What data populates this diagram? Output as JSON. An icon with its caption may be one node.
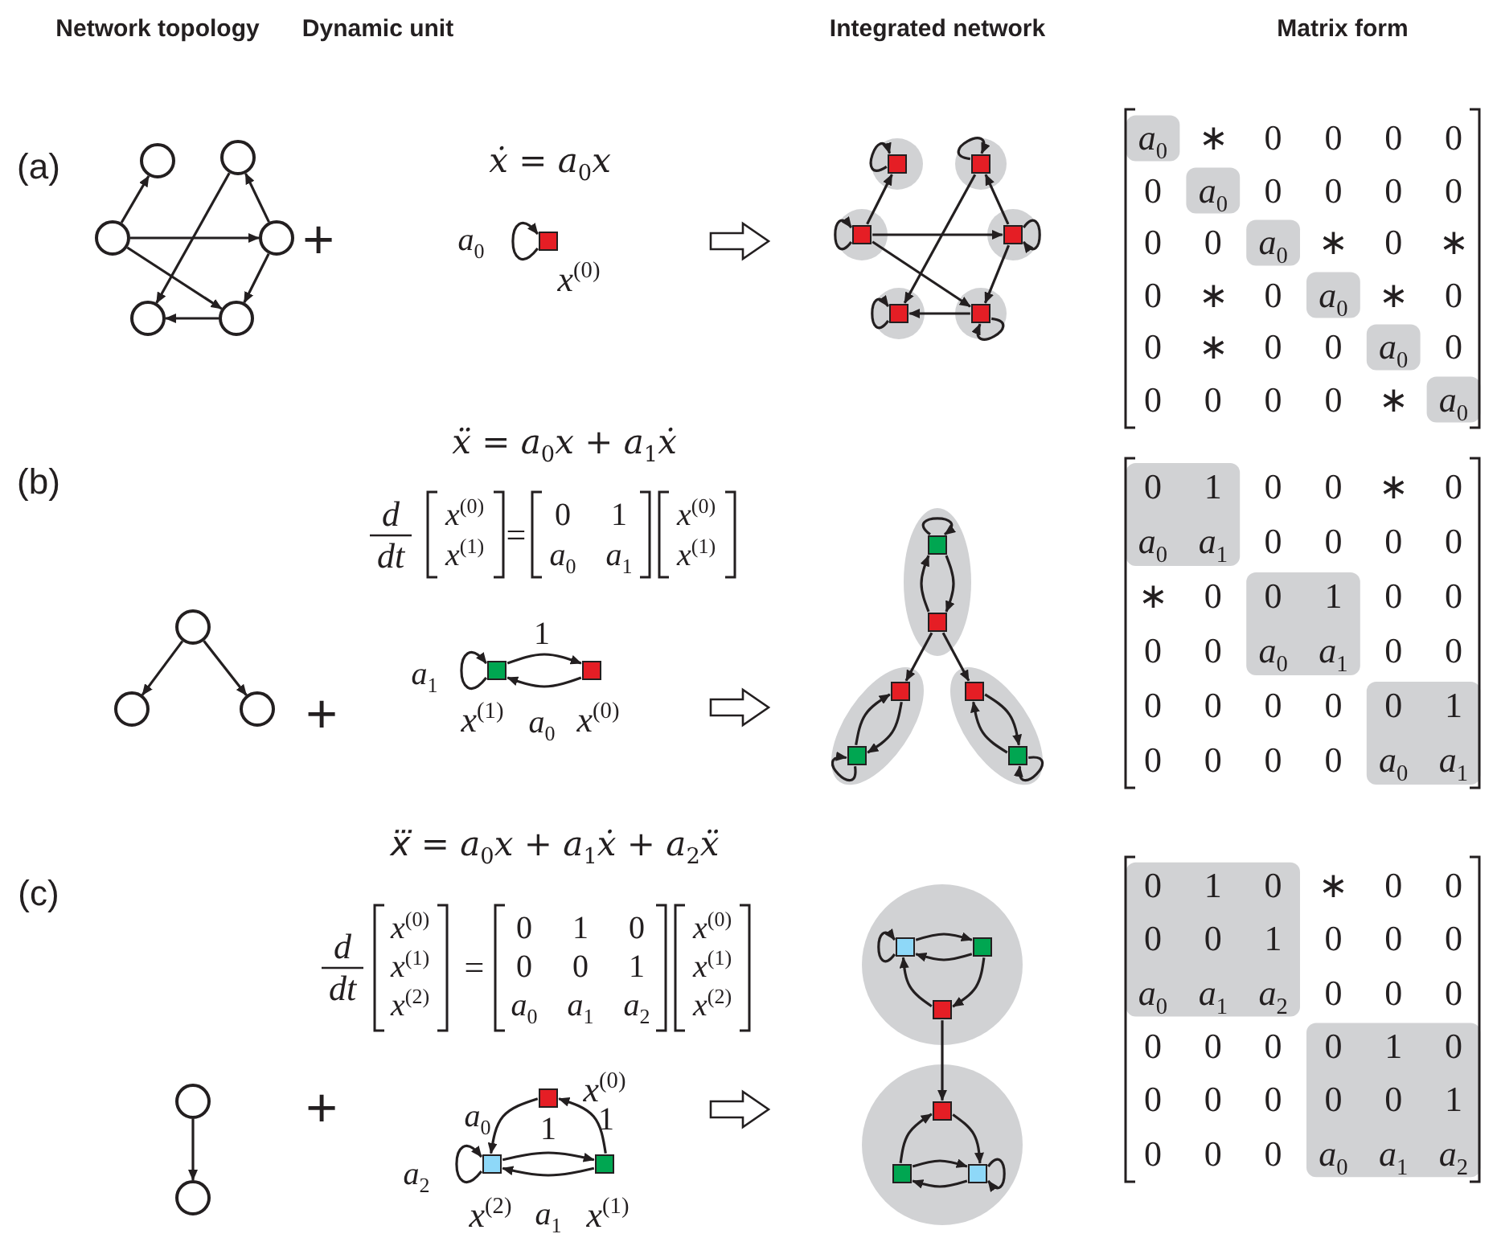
{
  "diagram": {
    "nodes": [
      {
        "text": [],
        "shape": "circle"
      },
      {
        "text": [],
        "shape": "circle"
      },
      {
        "text": [],
        "shape": "circle"
      },
      {
        "text": [],
        "shape": "circle"
      },
      {
        "text": [],
        "shape": "circle"
      },
      {
        "text": [],
        "shape": "circle"
      },
      {
        "text": [],
        "shape": "box",
        "beside": [
          "*x*$^{(0)}$"
        ]
      },
      {
        "text": [],
        "shape": "circle"
      },
      {
        "text": [],
        "shape": "box",
        "in": 7
      },
      {
        "text": [],
        "shape": "circle"
      },
      {
        "text": [],
        "shape": "box",
        "in": 9
      },
      {
        "text": [],
        "shape": "circle"
      },
      {
        "text": [],
        "shape": "box",
        "in": 11
      },
      {
        "text": [],
        "shape": "circle"
      },
      {
        "text": [],
        "shape": "box",
        "in": 13
      },
      {
        "text": [],
        "shape": "circle"
      },
      {
        "text": [],
        "shape": "box",
        "in": 15
      },
      {
        "text": [],
        "shape": "circle"
      },
      {
        "text": [],
        "shape": "box",
        "in": 17
      },
      {
        "text": [],
        "shape": "circle"
      },
      {
        "text": [],
        "shape": "circle"
      },
      {
        "text": [],
        "shape": "circle"
      },
      {
        "text": [],
        "shape": "box",
        "beside": [
          "*x*$^{(1)}$"
        ]
      },
      {
        "text": [],
        "shape": "box",
        "beside": [
          "*x*$^{(0)}$"
        ]
      },
      {
        "text": [],
        "shape": "ellipse"
      },
      {
        "text": [],
        "shape": "box",
        "in": 24
      },
      {
        "text": [],
        "shape": "box",
        "in": 24
      },
      {
        "text": [],
        "shape": "ellipse"
      },
      {
        "text": [],
        "shape": "box",
        "in": 27
      },
      {
        "text": [],
        "shape": "box",
        "in": 27
      },
      {
        "text": [],
        "shape": "ellipse"
      },
      {
        "text": [],
        "shape": "box",
        "in": 30
      },
      {
        "text": [],
        "shape": "box",
        "in": 30
      },
      {
        "text": [],
        "shape": "circle"
      },
      {
        "text": [],
        "shape": "circle"
      },
      {
        "text": [],
        "shape": "box",
        "beside": [
          "*x*$^{(0)}$"
        ]
      },
      {
        "text": [],
        "shape": "box",
        "beside": [
          "*x*$^{(2)}$"
        ]
      },
      {
        "text": [],
        "shape": "box",
        "beside": [
          "*x*$^{(1)}$"
        ]
      },
      {
        "text": [],
        "shape": "circle"
      },
      {
        "text": [],
        "shape": "box",
        "in": 38
      },
      {
        "text": [],
        "shape": "box",
        "in": 38
      },
      {
        "text": [],
        "shape": "box",
        "in": 38
      },
      {
        "text": [],
        "shape": "circle"
      },
      {
        "text": [],
        "shape": "box",
        "in": 42
      },
      {
        "text": [],
        "shape": "box",
        "in": 42
      },
      {
        "text": [],
        "shape": "box",
        "in": 42
      }
    ],
    "edges": [
      {
        "from": 2,
        "to": 0,
        "arrow": "to"
      },
      {
        "from": 2,
        "to": 3,
        "arrow": "to"
      },
      {
        "from": 2,
        "to": 5,
        "arrow": "to"
      },
      {
        "from": 1,
        "to": 4,
        "arrow": "to"
      },
      {
        "from": 3,
        "to": 1,
        "arrow": "to"
      },
      {
        "from": 3,
        "to": 5,
        "arrow": "to"
      },
      {
        "from": 5,
        "to": 4,
        "arrow": "to"
      },
      {
        "from": 6,
        "to": 6,
        "arrow": "to",
        "label": "*a*$_{0}$"
      },
      {
        "from": 8,
        "to": 8,
        "arrow": "to"
      },
      {
        "from": 10,
        "to": 10,
        "arrow": "to"
      },
      {
        "from": 12,
        "to": 12,
        "arrow": "to"
      },
      {
        "from": 14,
        "to": 14,
        "arrow": "to"
      },
      {
        "from": 16,
        "to": 16,
        "arrow": "to"
      },
      {
        "from": 18,
        "to": 18,
        "arrow": "to"
      },
      {
        "from": 12,
        "to": 8,
        "arrow": "to"
      },
      {
        "from": 12,
        "to": 14,
        "arrow": "to"
      },
      {
        "from": 12,
        "to": 18,
        "arrow": "to"
      },
      {
        "from": 10,
        "to": 16,
        "arrow": "to"
      },
      {
        "from": 14,
        "to": 10,
        "arrow": "to"
      },
      {
        "from": 14,
        "to": 18,
        "arrow": "to"
      },
      {
        "from": 18,
        "to": 16,
        "arrow": "to"
      },
      {
        "from": 19,
        "to": 20,
        "arrow": "to"
      },
      {
        "from": 19,
        "to": 21,
        "arrow": "to"
      },
      {
        "from": 22,
        "to": 23,
        "arrow": "to",
        "label": "1"
      },
      {
        "from": 23,
        "to": 22,
        "arrow": "to",
        "label": "*a*$_{0}$"
      },
      {
        "from": 22,
        "to": 22,
        "arrow": "to",
        "label": "*a*$_{1}$"
      },
      {
        "from": 25,
        "to": 26,
        "arrow": "to"
      },
      {
        "from": 26,
        "to": 25,
        "arrow": "to"
      },
      {
        "from": 25,
        "to": 25,
        "arrow": "to"
      },
      {
        "from": 26,
        "to": 28,
        "arrow": "to"
      },
      {
        "from": 26,
        "to": 31,
        "arrow": "to"
      },
      {
        "from": 28,
        "to": 29,
        "arrow": "to"
      },
      {
        "from": 29,
        "to": 28,
        "arrow": "to"
      },
      {
        "from": 29,
        "to": 29,
        "arrow": "to"
      },
      {
        "from": 31,
        "to": 32,
        "arrow": "to"
      },
      {
        "from": 32,
        "to": 31,
        "arrow": "to"
      },
      {
        "from": 32,
        "to": 32,
        "arrow": "to"
      },
      {
        "from": 33,
        "to": 34,
        "arrow": "to"
      },
      {
        "from": 35,
        "to": 36,
        "arrow": "to",
        "label": "*a*$_{0}$"
      },
      {
        "from": 37,
        "to": 35,
        "arrow": "to",
        "label": "1"
      },
      {
        "from": 36,
        "to": 37,
        "arrow": "to",
        "label": "1"
      },
      {
        "from": 37,
        "to": 36,
        "arrow": "to",
        "label": "*a*$_{1}$"
      },
      {
        "from": 36,
        "to": 36,
        "arrow": "to",
        "label": "*a*$_{2}$"
      },
      {
        "from": 41,
        "to": 39,
        "arrow": "to"
      },
      {
        "from": 40,
        "to": 41,
        "arrow": "to"
      },
      {
        "from": 39,
        "to": 40,
        "arrow": "to"
      },
      {
        "from": 40,
        "to": 39,
        "arrow": "to"
      },
      {
        "from": 39,
        "to": 39,
        "arrow": "to"
      },
      {
        "from": 41,
        "to": 43,
        "arrow": "to"
      },
      {
        "from": 43,
        "to": 45,
        "arrow": "to"
      },
      {
        "from": 44,
        "to": 43,
        "arrow": "to"
      },
      {
        "from": 45,
        "to": 44,
        "arrow": "to"
      },
      {
        "from": 44,
        "to": 45,
        "arrow": "to"
      },
      {
        "from": 45,
        "to": 45,
        "arrow": "to"
      }
    ],
    "labels": [
      "Network topology",
      "Dynamic unit",
      "Integrated network",
      "Matrix form",
      "(a)",
      "*ẋ* = *a*$_{0}$*x*",
      "+",
      "*a*$_{0}$",
      "∗",
      "0",
      "0",
      "0",
      "0",
      "0",
      "*a*$_{0}$",
      "0",
      "0",
      "0",
      "0",
      "0",
      "0",
      "*a*$_{0}$",
      "∗",
      "0",
      "∗",
      "0",
      "∗",
      "0",
      "*a*$_{0}$",
      "∗",
      "0",
      "0",
      "∗",
      "0",
      "0",
      "*a*$_{0}$",
      "0",
      "0",
      "0",
      "0",
      "0",
      "∗",
      "*a*$_{0}$",
      "(b)",
      "*ẍ* = *a*$_{0}$*x* + *a*$_{1}$*ẋ*",
      "d",
      "dt",
      "*x*$^{(0)}$",
      "*x*$^{(1)}$",
      "=",
      "0",
      "1",
      "*a*$_{0}$",
      "*a*$_{1}$",
      "*x*$^{(0)}$",
      "*x*$^{(1)}$",
      "+",
      "0",
      "1",
      "0",
      "0",
      "∗",
      "0",
      "*a*$_{0}$",
      "*a*$_{1}$",
      "0",
      "0",
      "0",
      "0",
      "∗",
      "0",
      "0",
      "1",
      "0",
      "0",
      "0",
      "0",
      "*a*$_{0}$",
      "*a*$_{1}$",
      "0",
      "0",
      "0",
      "0",
      "0",
      "0",
      "0",
      "1",
      "0",
      "0",
      "0",
      "0",
      "*a*$_{0}$",
      "*a*$_{1}$",
      "(c)",
      "*x⃛* = *a*$_{0}$*x* + *a*$_{1}$*ẋ* + *a*$_{2}$*ẍ*",
      "d",
      "dt",
      "*x*$^{(0)}$",
      "*x*$^{(1)}$",
      "*x*$^{(2)}$",
      "=",
      "0",
      "1",
      "0",
      "0",
      "0",
      "1",
      "*a*$_{0}$",
      "*a*$_{1}$",
      "*a*$_{2}$",
      "*x*$^{(0)}$",
      "*x*$^{(1)}$",
      "*x*$^{(2)}$",
      "+",
      "0",
      "1",
      "0",
      "∗",
      "0",
      "0",
      "0",
      "0",
      "1",
      "0",
      "0",
      "0",
      "*a*$_{0}$",
      "*a*$_{1}$",
      "*a*$_{2}$",
      "0",
      "0",
      "0",
      "0",
      "0",
      "0",
      "0",
      "1",
      "0",
      "0",
      "0",
      "0",
      "0",
      "0",
      "1",
      "0",
      "0",
      "0",
      "*a*$_{0}$",
      "*a*$_{1}$",
      "*a*$_{2}$"
    ]
  }
}
